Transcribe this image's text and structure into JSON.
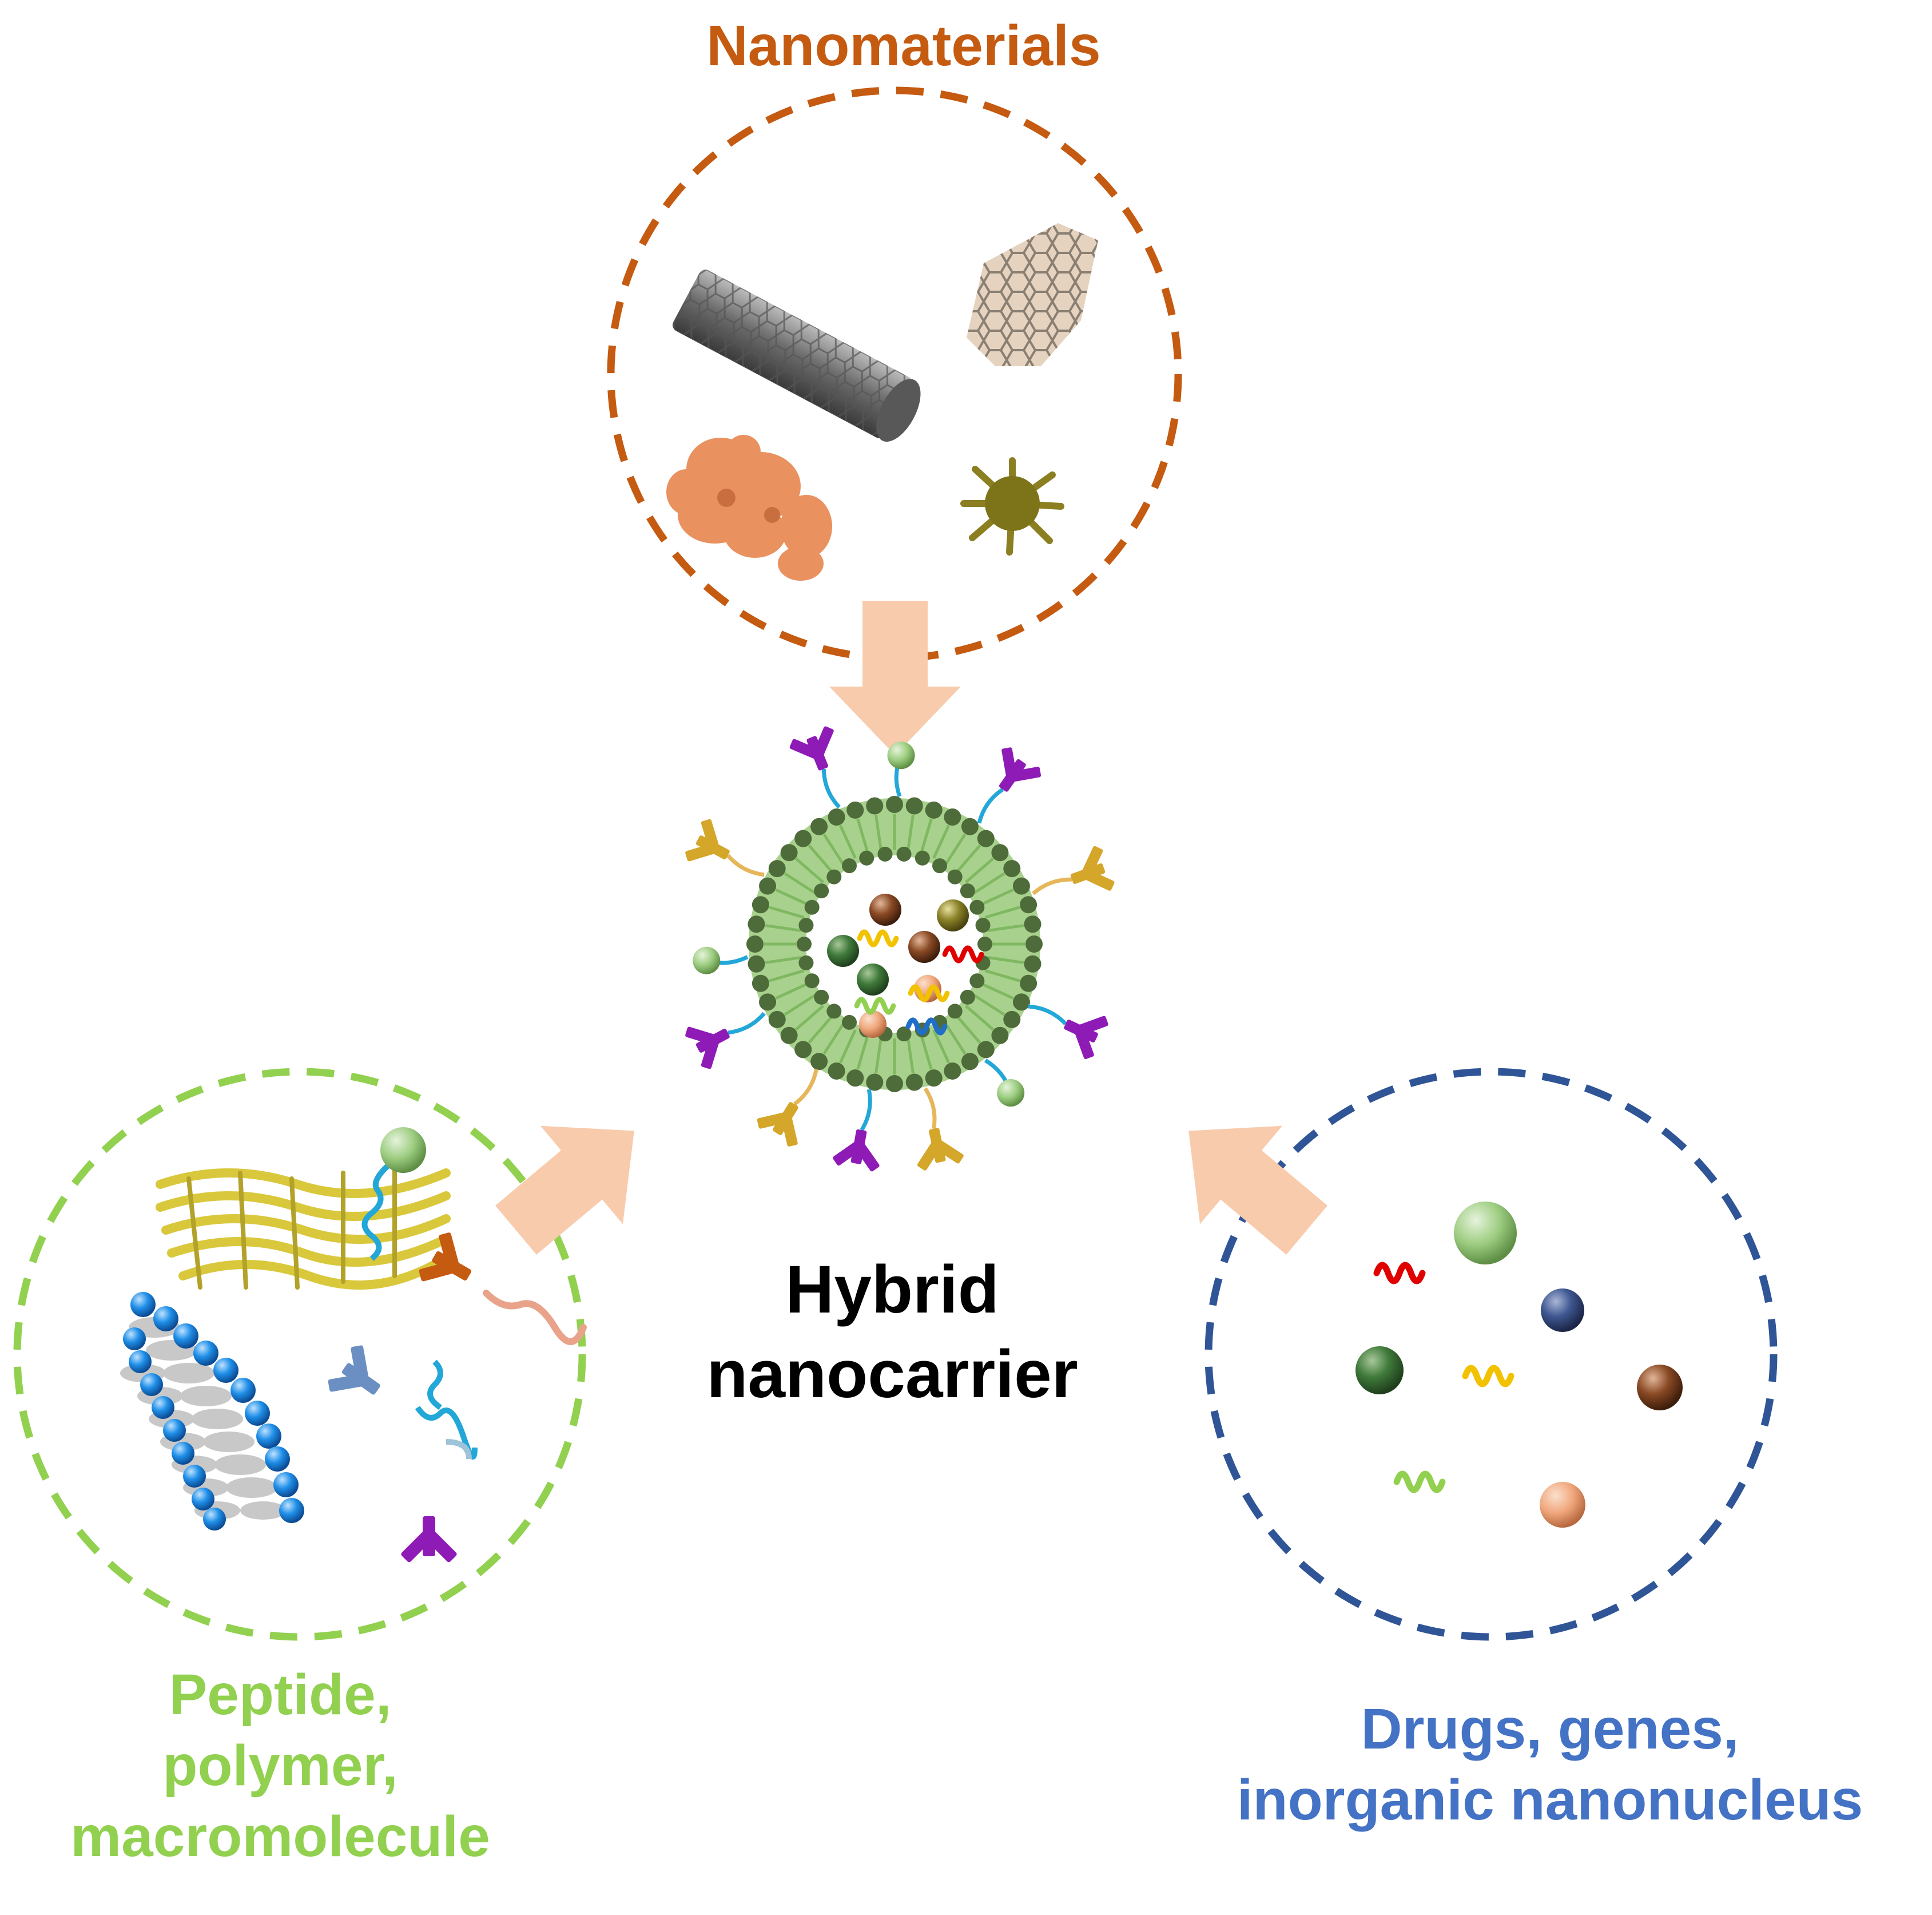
{
  "labels": {
    "nanomaterials": "Nanomaterials",
    "hybrid": [
      "Hybrid",
      "nanocarrier"
    ],
    "peptide": [
      "Peptide,",
      "polymer,",
      "macromolecule"
    ],
    "drugs": [
      "Drugs, genes,",
      "inorganic nanonucleus"
    ]
  },
  "colors": {
    "nanomaterials": "#C55A11",
    "peptide": "#92D050",
    "drugs": "#2F5597",
    "drugs_text": "#4472C4",
    "hybrid_text": "#000000",
    "arrow": "#F8CBAD",
    "membrane_head": "#4E6B3A",
    "membrane_tail": "#A9D18E",
    "antibody_purple": "#8E1BB6",
    "antibody_gold": "#D4A62A",
    "linker_blue": "#22A7D8",
    "polymer_blue": "#1F8FE8"
  },
  "icons": [
    "carbon-nanotube-icon",
    "graphene-sheet-icon",
    "porous-particle-icon",
    "spiky-nanoparticle-icon",
    "peptide-fiber-icon",
    "lipid-bilayer-icon",
    "antibody-icon",
    "ligand-chain-icon",
    "sphere-icon",
    "gene-strand-icon",
    "liposome-icon",
    "arrow-icon"
  ]
}
